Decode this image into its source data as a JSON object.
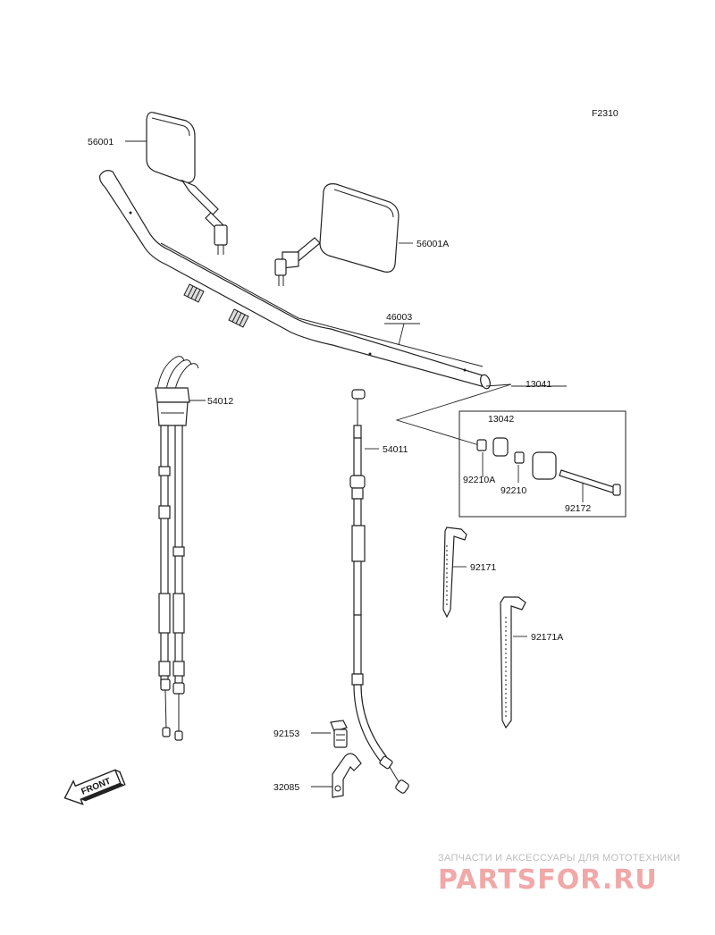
{
  "figure_code": "F2310",
  "labels": {
    "mirror_left": "56001",
    "mirror_right": "56001A",
    "handlebar": "46003",
    "weight_set": "13041",
    "weight_inner": "13042",
    "throttle_cables": "54012",
    "clutch_cable": "54011",
    "collar_a": "92210A",
    "collar": "92210",
    "bolt_long": "92172",
    "band": "92171",
    "band_a": "92171A",
    "bolt": "92153",
    "bracket": "32085"
  },
  "front_arrow": "FRONT",
  "watermark": {
    "tagline": "ЗАПЧАСТИ И АКСЕССУАРЫ ДЛЯ МОТОТЕХНИКИ",
    "logo": "PARTSFOR.RU"
  }
}
